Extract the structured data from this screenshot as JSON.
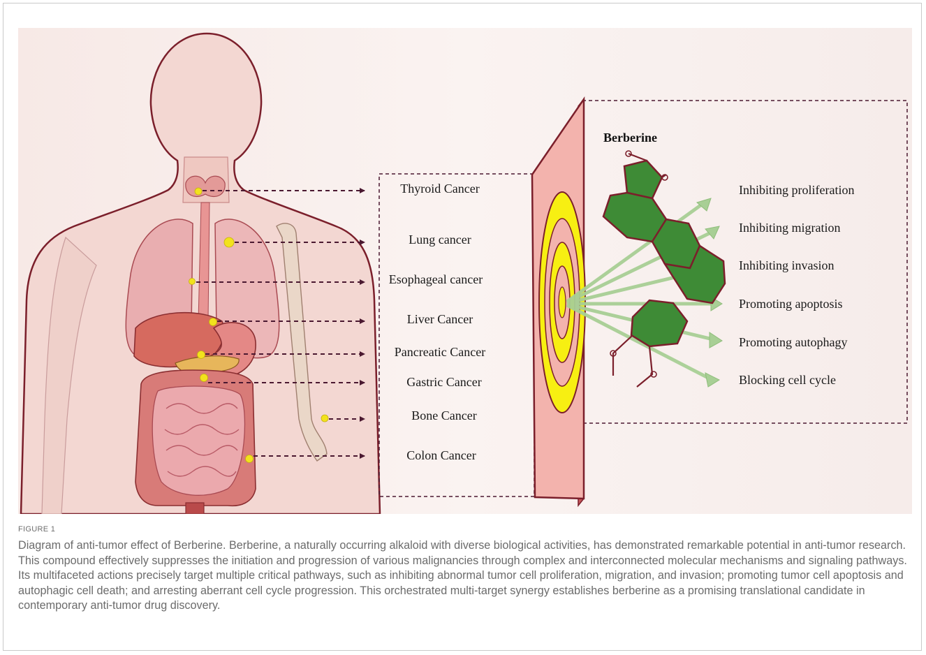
{
  "figure": {
    "compound_title": "Berberine",
    "cancers": [
      "Thyroid Cancer",
      "Lung cancer",
      "Esophageal cancer",
      "Liver Cancer",
      "Pancreatic Cancer",
      "Gastric Cancer",
      "Bone Cancer",
      "Colon Cancer"
    ],
    "effects": [
      "Inhibiting proliferation",
      "Inhibiting migration",
      "Inhibiting invasion",
      "Promoting apoptosis",
      "Promoting autophagy",
      "Blocking cell cycle"
    ],
    "colors": {
      "body_outline": "#7b1f2b",
      "body_skin": "#f3d7d2",
      "organ_pink": "#e9a2a6",
      "tumor_yellow": "#f2e21d",
      "arrow_dashed": "#4a1830",
      "target_panel": "#f3b3ad",
      "target_ring_yellow": "#f7ef12",
      "molecule_green": "#3e8b36",
      "molecule_outline": "#7b1f2b",
      "arrow_green": "#a8cf95"
    }
  },
  "caption": {
    "label": "FIGURE 1",
    "text": "Diagram of anti-tumor effect of Berberine. Berberine, a naturally occurring alkaloid with diverse biological activities, has demonstrated remarkable potential in anti-tumor research. This compound effectively suppresses the initiation and progression of various malignancies through complex and interconnected molecular mechanisms and signaling pathways. Its multifaceted actions precisely target multiple critical pathways, such as inhibiting abnormal tumor cell proliferation, migration, and invasion; promoting tumor cell apoptosis and autophagic cell death; and arresting aberrant cell cycle progression. This orchestrated multi-target synergy establishes berberine as a promising translational candidate in contemporary anti-tumor drug discovery."
  }
}
